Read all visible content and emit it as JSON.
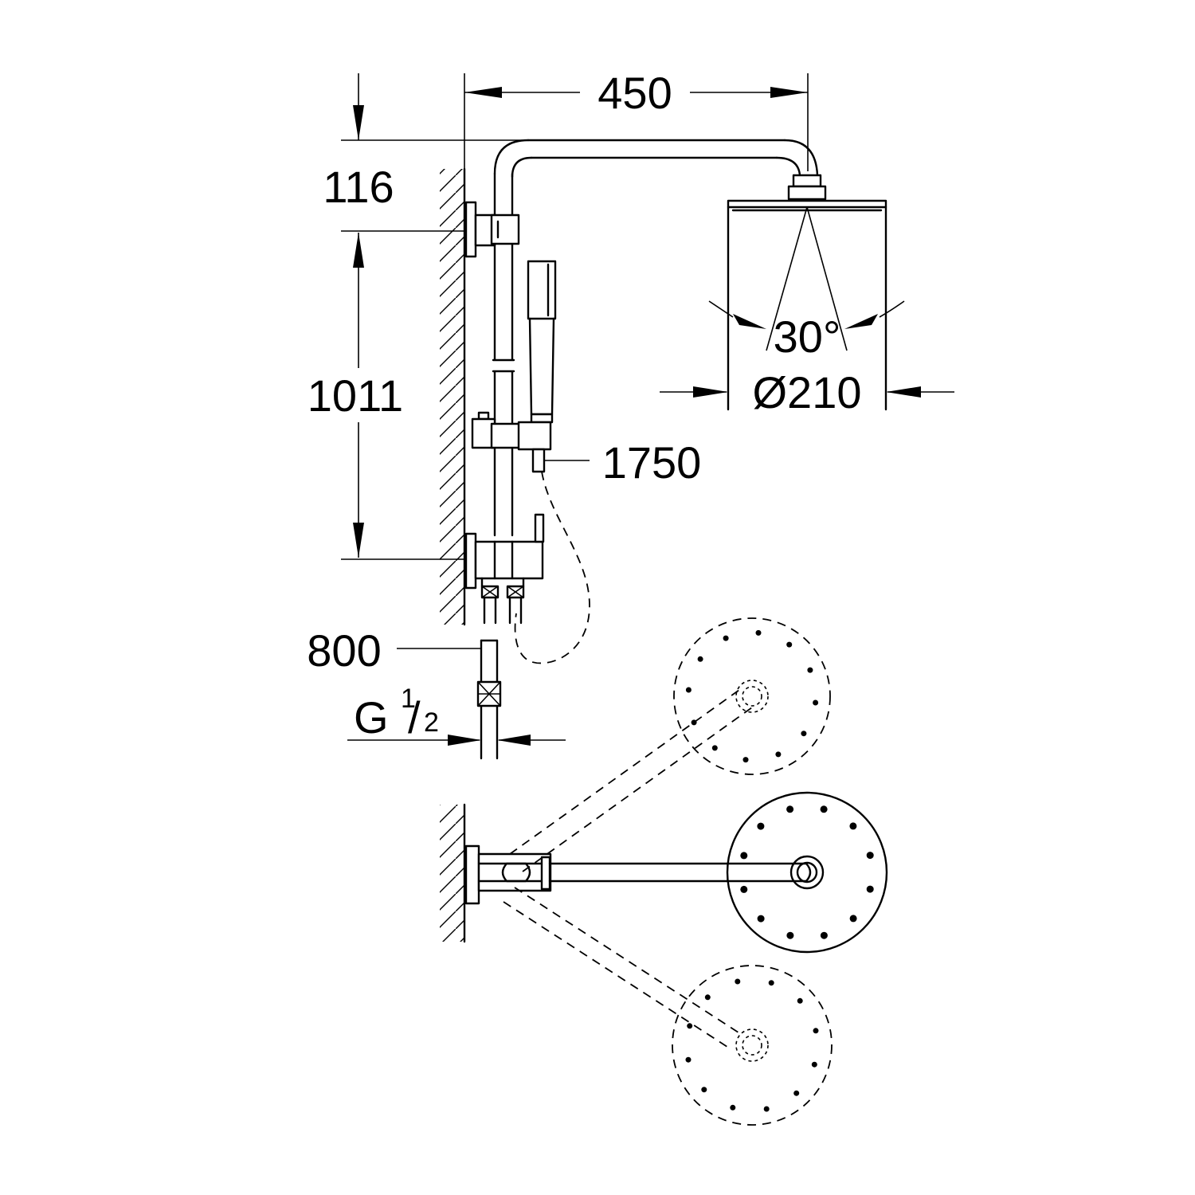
{
  "dimensions": {
    "arm_reach": "450",
    "top_offset": "116",
    "bracket_spacing": "1011",
    "hose_length": "1750",
    "head_diameter": "Ø210",
    "spray_angle": "30°",
    "connection_pipe": "800",
    "thread_main": "G",
    "thread_num": "1",
    "thread_den": "2"
  },
  "colors": {
    "line": "#000000",
    "background": "#ffffff"
  }
}
